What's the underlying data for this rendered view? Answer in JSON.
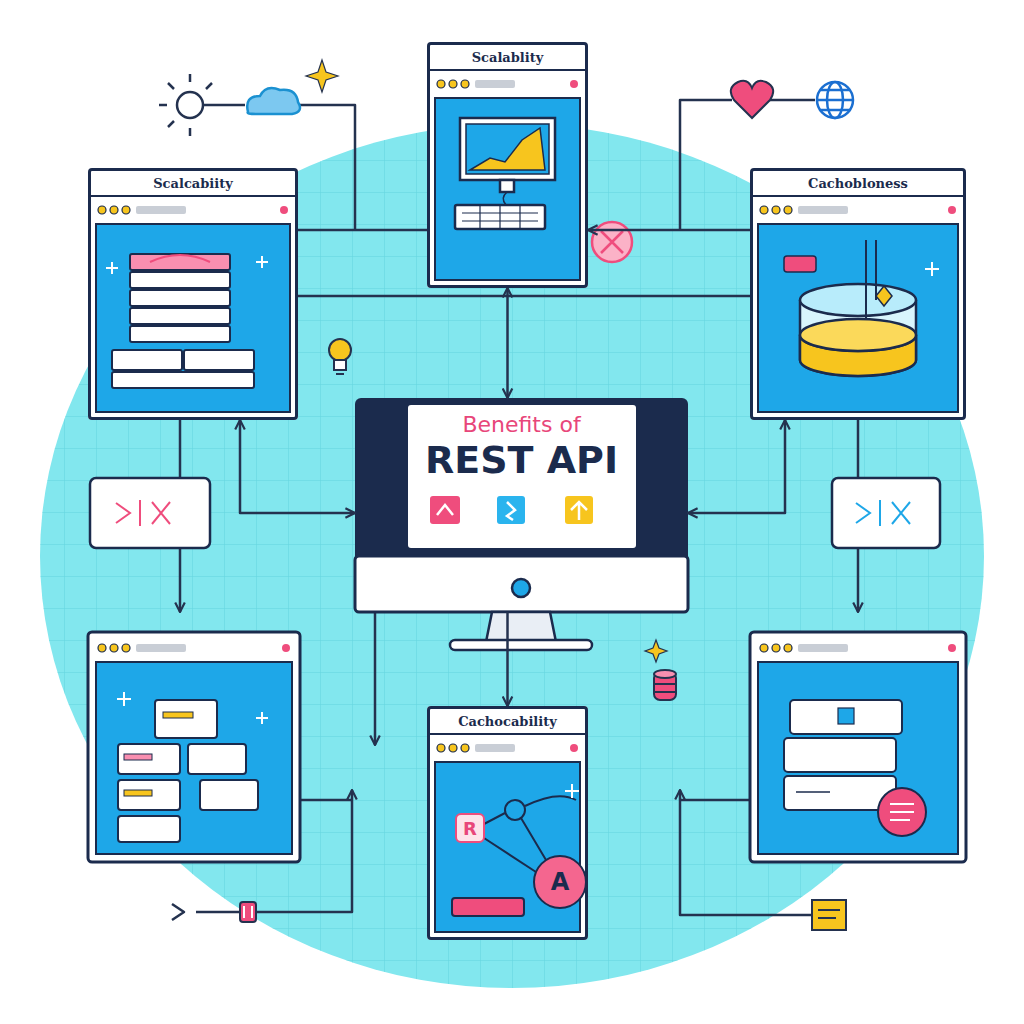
{
  "diagram": {
    "nodes": [
      {
        "text": [
          "Scalablity"
        ]
      },
      {
        "text": [
          "Scalcabiity"
        ]
      },
      {
        "text": [
          "Cachobloness"
        ]
      },
      {
        "text": [
          "Benefits of",
          "REST API"
        ]
      },
      {
        "text": [
          "Cachocability"
        ]
      }
    ],
    "edges": [
      {
        "from": 0,
        "to": 3,
        "arrow": "both"
      },
      {
        "from": 2,
        "to": 0,
        "arrow": "to"
      },
      {
        "from": 1,
        "to": 3,
        "arrow": "both"
      },
      {
        "from": 2,
        "to": 3,
        "arrow": "both"
      },
      {
        "from": 3,
        "to": 4,
        "arrow": "to"
      },
      {
        "from": 1,
        "to": 0,
        "arrow": "none"
      }
    ],
    "labels": [
      "R",
      "A"
    ]
  }
}
